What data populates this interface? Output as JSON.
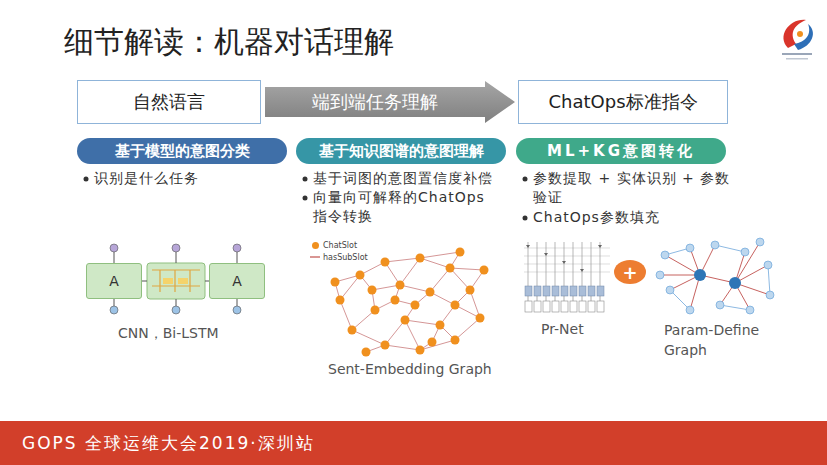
{
  "diagram": {
    "title": "细节解读：机器对话理解",
    "nodes": [
      {
        "text": [
          "自然语言"
        ]
      },
      {
        "text": [
          "端到端任务理解"
        ]
      },
      {
        "text": [
          "ChatOps标准指令"
        ]
      },
      {
        "text": [
          "基于模型的意图分类"
        ]
      },
      {
        "text": [
          "基于知识图谱的意图理解"
        ]
      },
      {
        "text": [
          "ML+KG意图转化"
        ]
      },
      {
        "text": [
          "A"
        ]
      },
      {
        "text": [
          "A"
        ]
      },
      {
        "text": [
          "+"
        ]
      },
      {
        "text": [
          "GOPS 全球运维大会2019·深圳站"
        ]
      }
    ],
    "labels": [
      "识别是什么任务",
      "基于词图的意图置信度补偿",
      "向量向可解释的ChatOps指令转换",
      "参数提取 + 实体识别 + 参数验证",
      "ChatOps参数填充",
      "CNN，Bi-LSTM",
      "Sent-Embedding Graph",
      "Pr-Net",
      "Param-Define Graph"
    ],
    "legend": [
      {
        "text": "ChatSlot",
        "color": "#f0901e"
      },
      {
        "text": "hasSubSlot"
      }
    ]
  }
}
